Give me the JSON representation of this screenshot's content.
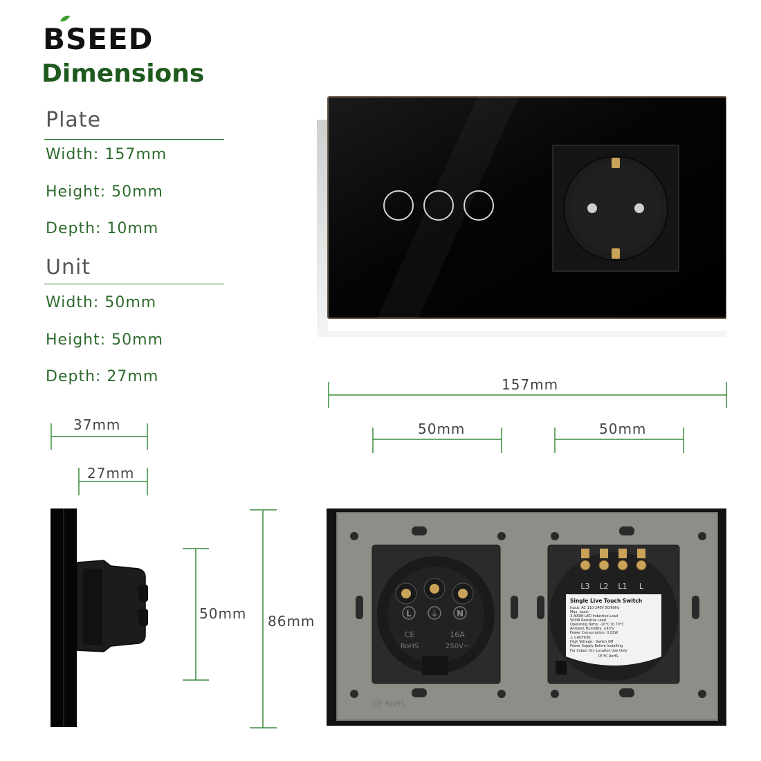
{
  "brand": {
    "name": "BSEED",
    "leaf_color": "#3f9a2f"
  },
  "title": "Dimensions",
  "specs": {
    "plate": {
      "heading": "Plate",
      "width": "Width: 157mm",
      "height": "Height: 50mm",
      "depth": "Depth: 10mm"
    },
    "unit": {
      "heading": "Unit",
      "width": "Width: 50mm",
      "height": "Height: 50mm",
      "depth": "Depth: 27mm"
    }
  },
  "dimensions": {
    "total_width": "157mm",
    "module_left_width": "50mm",
    "module_right_width": "50mm",
    "side_depth_total": "37mm",
    "side_depth_unit": "27mm",
    "module_height": "50mm",
    "plate_height": "86mm"
  },
  "socket_labels": {
    "l": "L",
    "earth": "⏚",
    "n": "N",
    "ce": "CE",
    "rohs": "RoHS",
    "rating": "16A",
    "voltage": "250V~",
    "bottom_mark": "CE RoHS"
  },
  "switch_labels": {
    "terminals": [
      "L3",
      "L2",
      "L1",
      "L"
    ],
    "name": "Single Live Touch Switch",
    "lines": [
      "Input: AC 110-240V 50/60Hz",
      "Max. Load:",
      "3-300W LED Inductive Load",
      "500W Resistive Load",
      "Operating Temp: -20°C to 70°C",
      "Ambient Humidity: ≤93%",
      "Power Consumption: 0.02W",
      "⚠ CAUTION:",
      "High Voltage - Switch Off",
      "Power Supply Before Installing",
      "For Indoor Dry Location Use Only",
      "CE FC RoHS"
    ]
  },
  "colors": {
    "accent_green": "#2e6b2e",
    "dim_line": "#3a8a3a",
    "glass": "#050505",
    "backplate": "#8c8e88"
  }
}
